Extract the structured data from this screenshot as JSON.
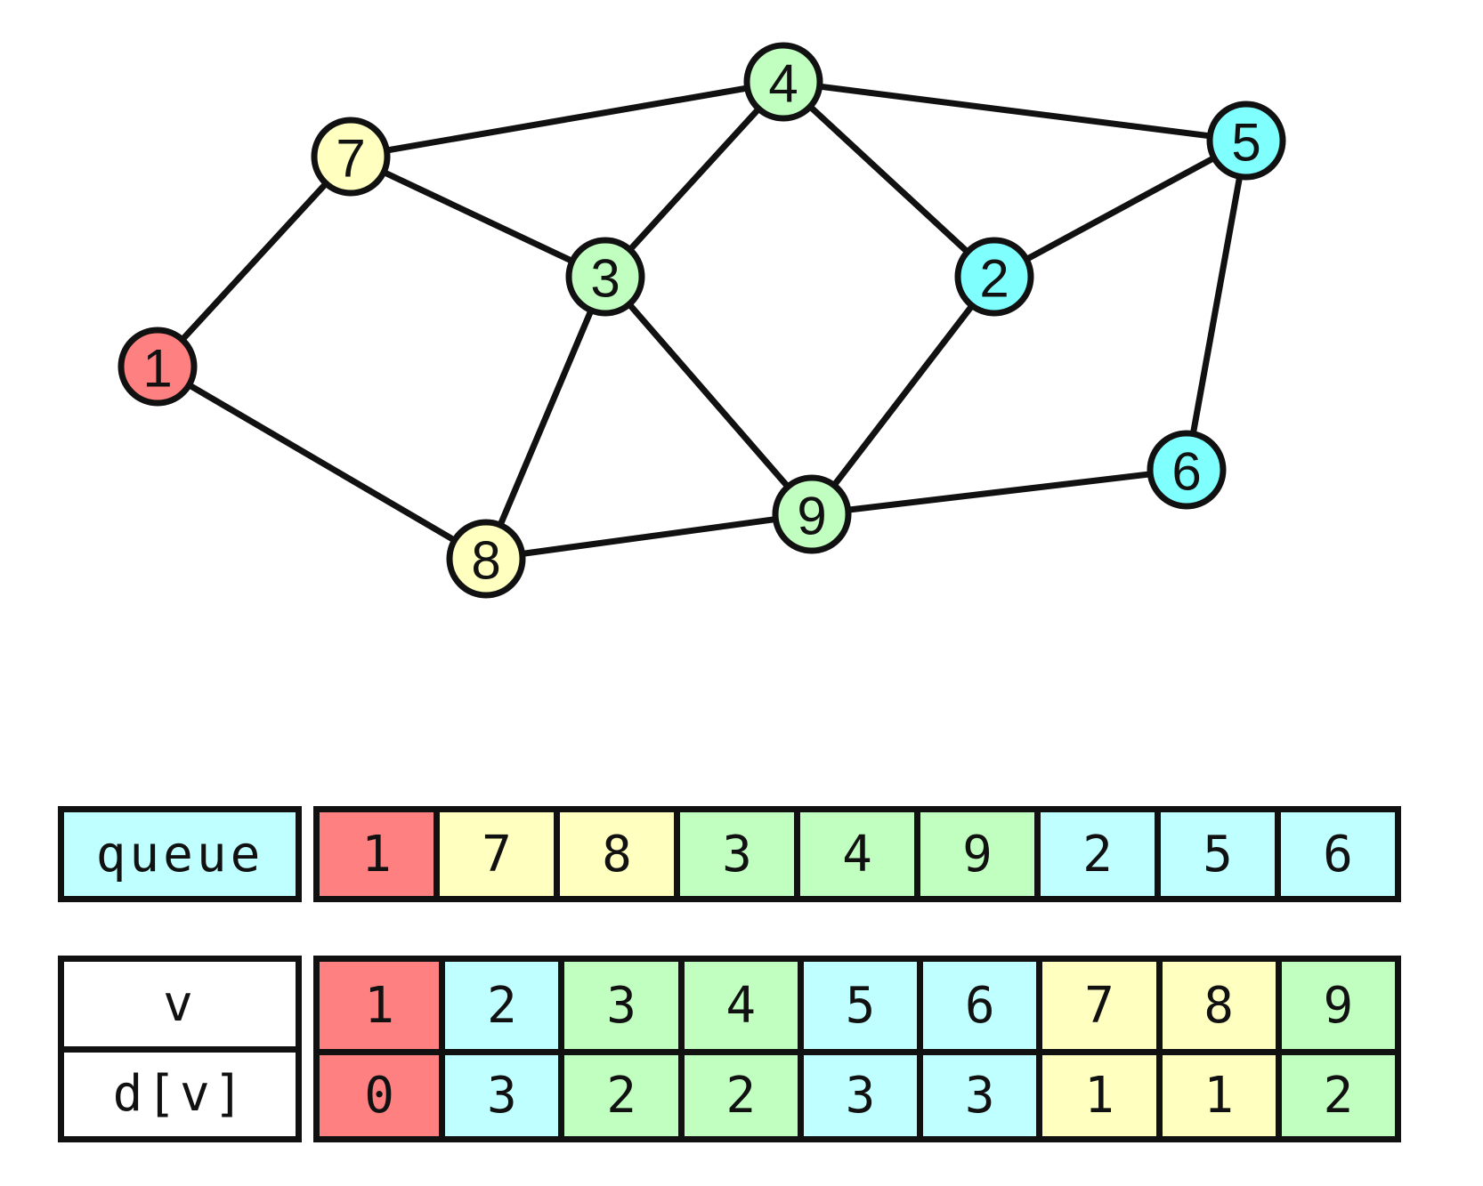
{
  "colors": {
    "distance_0": "#ff8080",
    "distance_1": "#ffffc0",
    "distance_2": "#c0ffc0",
    "distance_3": "#c0ffff",
    "node_distance_0": "#ff8080",
    "node_distance_1": "#ffffc0",
    "node_distance_2": "#c0ffc0",
    "node_distance_3": "#80ffff",
    "queue_label_bg": "#c0ffff"
  },
  "graph": {
    "nodes": [
      {
        "id": "1",
        "label": "1",
        "distance": 0
      },
      {
        "id": "2",
        "label": "2",
        "distance": 3
      },
      {
        "id": "3",
        "label": "3",
        "distance": 2
      },
      {
        "id": "4",
        "label": "4",
        "distance": 2
      },
      {
        "id": "5",
        "label": "5",
        "distance": 3
      },
      {
        "id": "6",
        "label": "6",
        "distance": 3
      },
      {
        "id": "7",
        "label": "7",
        "distance": 1
      },
      {
        "id": "8",
        "label": "8",
        "distance": 1
      },
      {
        "id": "9",
        "label": "9",
        "distance": 2
      }
    ],
    "edges": [
      [
        "1",
        "7"
      ],
      [
        "1",
        "8"
      ],
      [
        "7",
        "4"
      ],
      [
        "7",
        "3"
      ],
      [
        "4",
        "3"
      ],
      [
        "4",
        "5"
      ],
      [
        "4",
        "2"
      ],
      [
        "2",
        "5"
      ],
      [
        "3",
        "8"
      ],
      [
        "3",
        "9"
      ],
      [
        "2",
        "9"
      ],
      [
        "8",
        "9"
      ],
      [
        "9",
        "6"
      ],
      [
        "5",
        "6"
      ]
    ]
  },
  "queue": {
    "label": "queue",
    "items": [
      {
        "value": "1",
        "distance": 0
      },
      {
        "value": "7",
        "distance": 1
      },
      {
        "value": "8",
        "distance": 1
      },
      {
        "value": "3",
        "distance": 2
      },
      {
        "value": "4",
        "distance": 2
      },
      {
        "value": "9",
        "distance": 2
      },
      {
        "value": "2",
        "distance": 3
      },
      {
        "value": "5",
        "distance": 3
      },
      {
        "value": "6",
        "distance": 3
      }
    ]
  },
  "dist_table": {
    "row_label_v": "v",
    "row_label_d": "d[v]",
    "v": [
      "1",
      "2",
      "3",
      "4",
      "5",
      "6",
      "7",
      "8",
      "9"
    ],
    "d": [
      "0",
      "3",
      "2",
      "2",
      "3",
      "3",
      "1",
      "1",
      "2"
    ]
  }
}
